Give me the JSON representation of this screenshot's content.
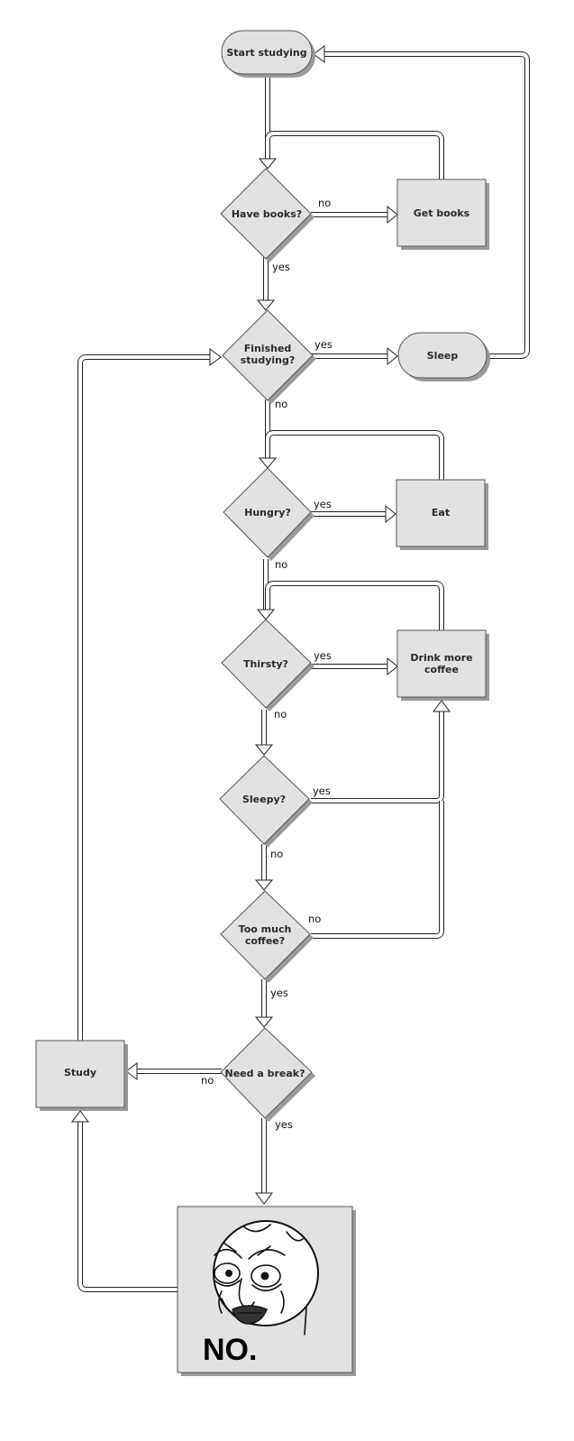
{
  "nodes": {
    "start": "Start studying",
    "have_books": "Have books?",
    "get_books": "Get books",
    "finished": [
      "Finished",
      "studying?"
    ],
    "sleep": "Sleep",
    "hungry": "Hungry?",
    "eat": "Eat",
    "thirsty": "Thirsty?",
    "drink": [
      "Drink more",
      "coffee"
    ],
    "sleepy": "Sleepy?",
    "too_much": [
      "Too much",
      "coffee?"
    ],
    "need_break": "Need a break?",
    "study": "Study",
    "no_image_caption": "NO."
  },
  "edge_labels": {
    "have_books_no": "no",
    "have_books_yes": "yes",
    "finished_yes": "yes",
    "finished_no": "no",
    "hungry_yes": "yes",
    "hungry_no": "no",
    "thirsty_yes": "yes",
    "thirsty_no": "no",
    "sleepy_yes": "yes",
    "sleepy_no": "no",
    "too_much_no": "no",
    "too_much_yes": "yes",
    "need_break_no": "no",
    "need_break_yes": "yes"
  },
  "colors": {
    "node_fill": "#e2e2e2",
    "node_stroke": "#555555",
    "shadow": "#9a9a9a",
    "connector": "#222222"
  }
}
